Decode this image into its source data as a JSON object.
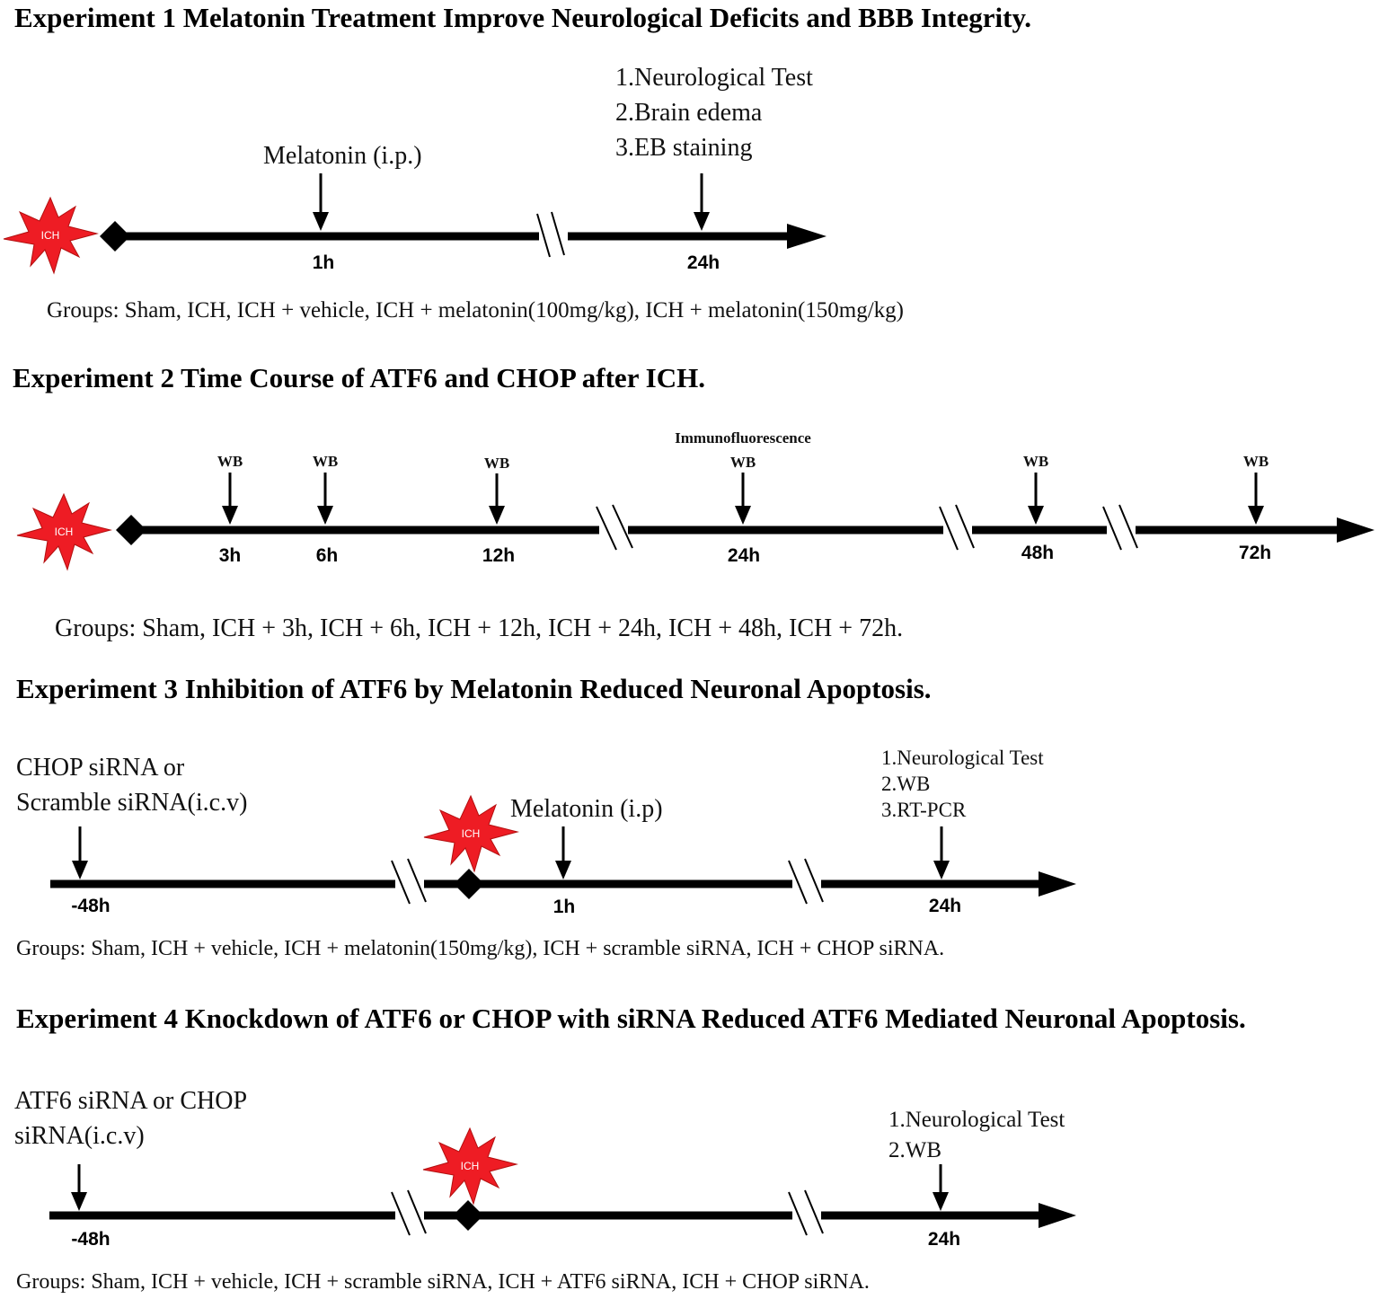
{
  "experiments": [
    {
      "title": "Experiment 1  Melatonin Treatment Improve Neurological Deficits and BBB Integrity.",
      "ich_label": "ICH",
      "labels": [
        "Melatonin (i.p.)",
        "1.Neurological  Test",
        "2.Brain edema",
        "3.EB staining"
      ],
      "ticks": [
        "1h",
        "24h"
      ],
      "groups": "Groups: Sham,  ICH,  ICH + vehicle,  ICH + melatonin(100mg/kg),  ICH + melatonin(150mg/kg)"
    },
    {
      "title": "Experiment 2 Time Course of ATF6 and CHOP after ICH.",
      "ich_label": "ICH",
      "labels": [
        "Immunofluorescence"
      ],
      "arrow_labels": [
        "WB",
        "WB",
        "WB",
        "WB",
        "WB",
        "WB"
      ],
      "ticks": [
        "3h",
        "6h",
        "12h",
        "24h",
        "48h",
        "72h"
      ],
      "groups": "Groups: Sham,  ICH + 3h, ICH + 6h, ICH + 12h, ICH + 24h, ICH + 48h, ICH + 72h."
    },
    {
      "title": "Experiment 3 Inhibition of ATF6 by Melatonin Reduced Neuronal Apoptosis.",
      "ich_label": "ICH",
      "labels": [
        "CHOP siRNA or",
        "Scramble siRNA(i.c.v)",
        "Melatonin (i.p)",
        "1.Neurological  Test",
        "2.WB",
        "3.RT-PCR"
      ],
      "ticks": [
        "-48h",
        "1h",
        "24h"
      ],
      "groups": "Groups: Sham,  ICH + vehicle,  ICH + melatonin(150mg/kg),  ICH + scramble  siRNA,  ICH + CHOP siRNA."
    },
    {
      "title": "Experiment 4 Knockdown of ATF6 or CHOP with siRNA Reduced ATF6  Mediated Neuronal Apoptosis.",
      "ich_label": "ICH",
      "labels": [
        "ATF6 siRNA or CHOP",
        "siRNA(i.c.v)",
        "1.Neurological  Test",
        "2.WB"
      ],
      "ticks": [
        "-48h",
        "24h"
      ],
      "groups": "Groups: Sham,  ICH + vehicle,  ICH + scramble  siRNA,  ICH + ATF6 siRNA,  ICH + CHOP siRNA."
    }
  ],
  "colors": {
    "ich_star": "#ee1c24",
    "ich_star_edge": "#b31010",
    "line": "#000000"
  }
}
